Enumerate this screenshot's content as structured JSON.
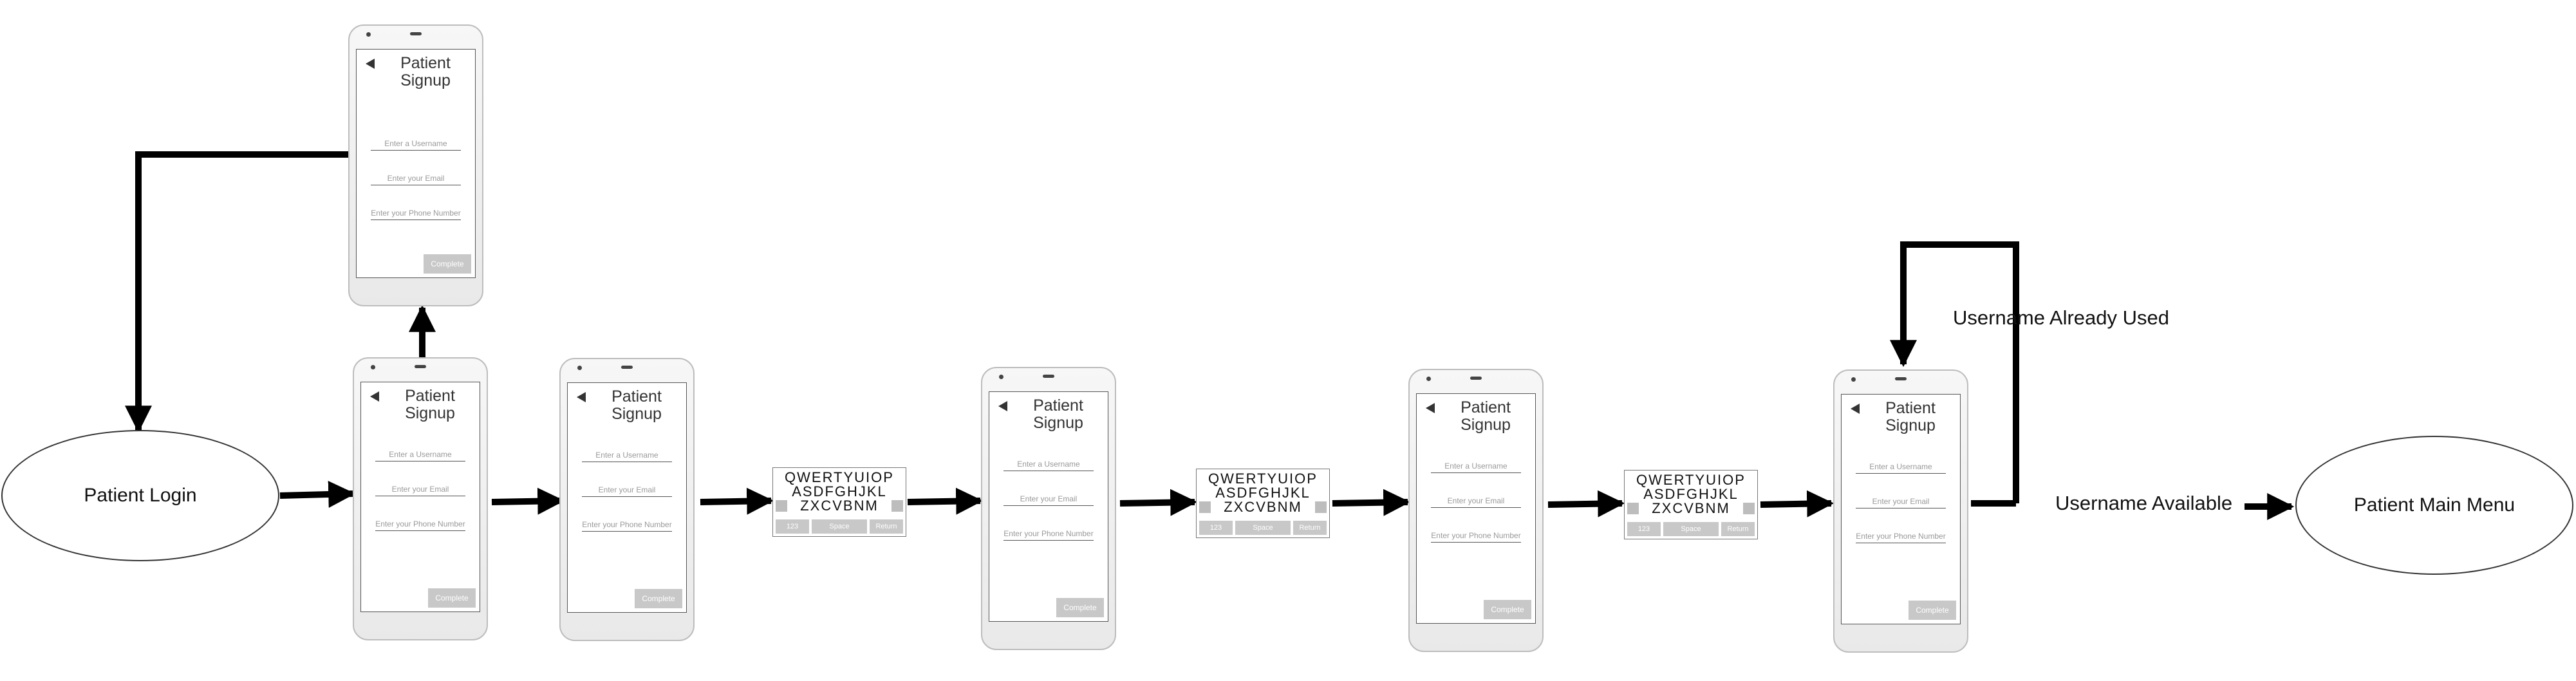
{
  "diagram": {
    "start_node": "Patient Login",
    "end_node": "Patient Main Menu",
    "screen": {
      "title_line1": "Patient",
      "title_line2": "Signup",
      "username_placeholder": "Enter a Username",
      "email_placeholder": "Enter your Email",
      "phone_placeholder": "Enter your Phone Number",
      "complete_button": "Complete"
    },
    "keyboard": {
      "row1": "QWERTYUIOP",
      "row2": "ASDFGHJKL",
      "row3": "ZXCVBNM",
      "key_123": "123",
      "key_space": "Space",
      "key_return": "Return"
    },
    "labels": {
      "username_used": "Username Already Used",
      "username_available": "Username Available"
    }
  },
  "colors": {
    "arrow": "#000000",
    "phone_border": "#bdbdbd",
    "button_fill": "#c8c8c8"
  }
}
